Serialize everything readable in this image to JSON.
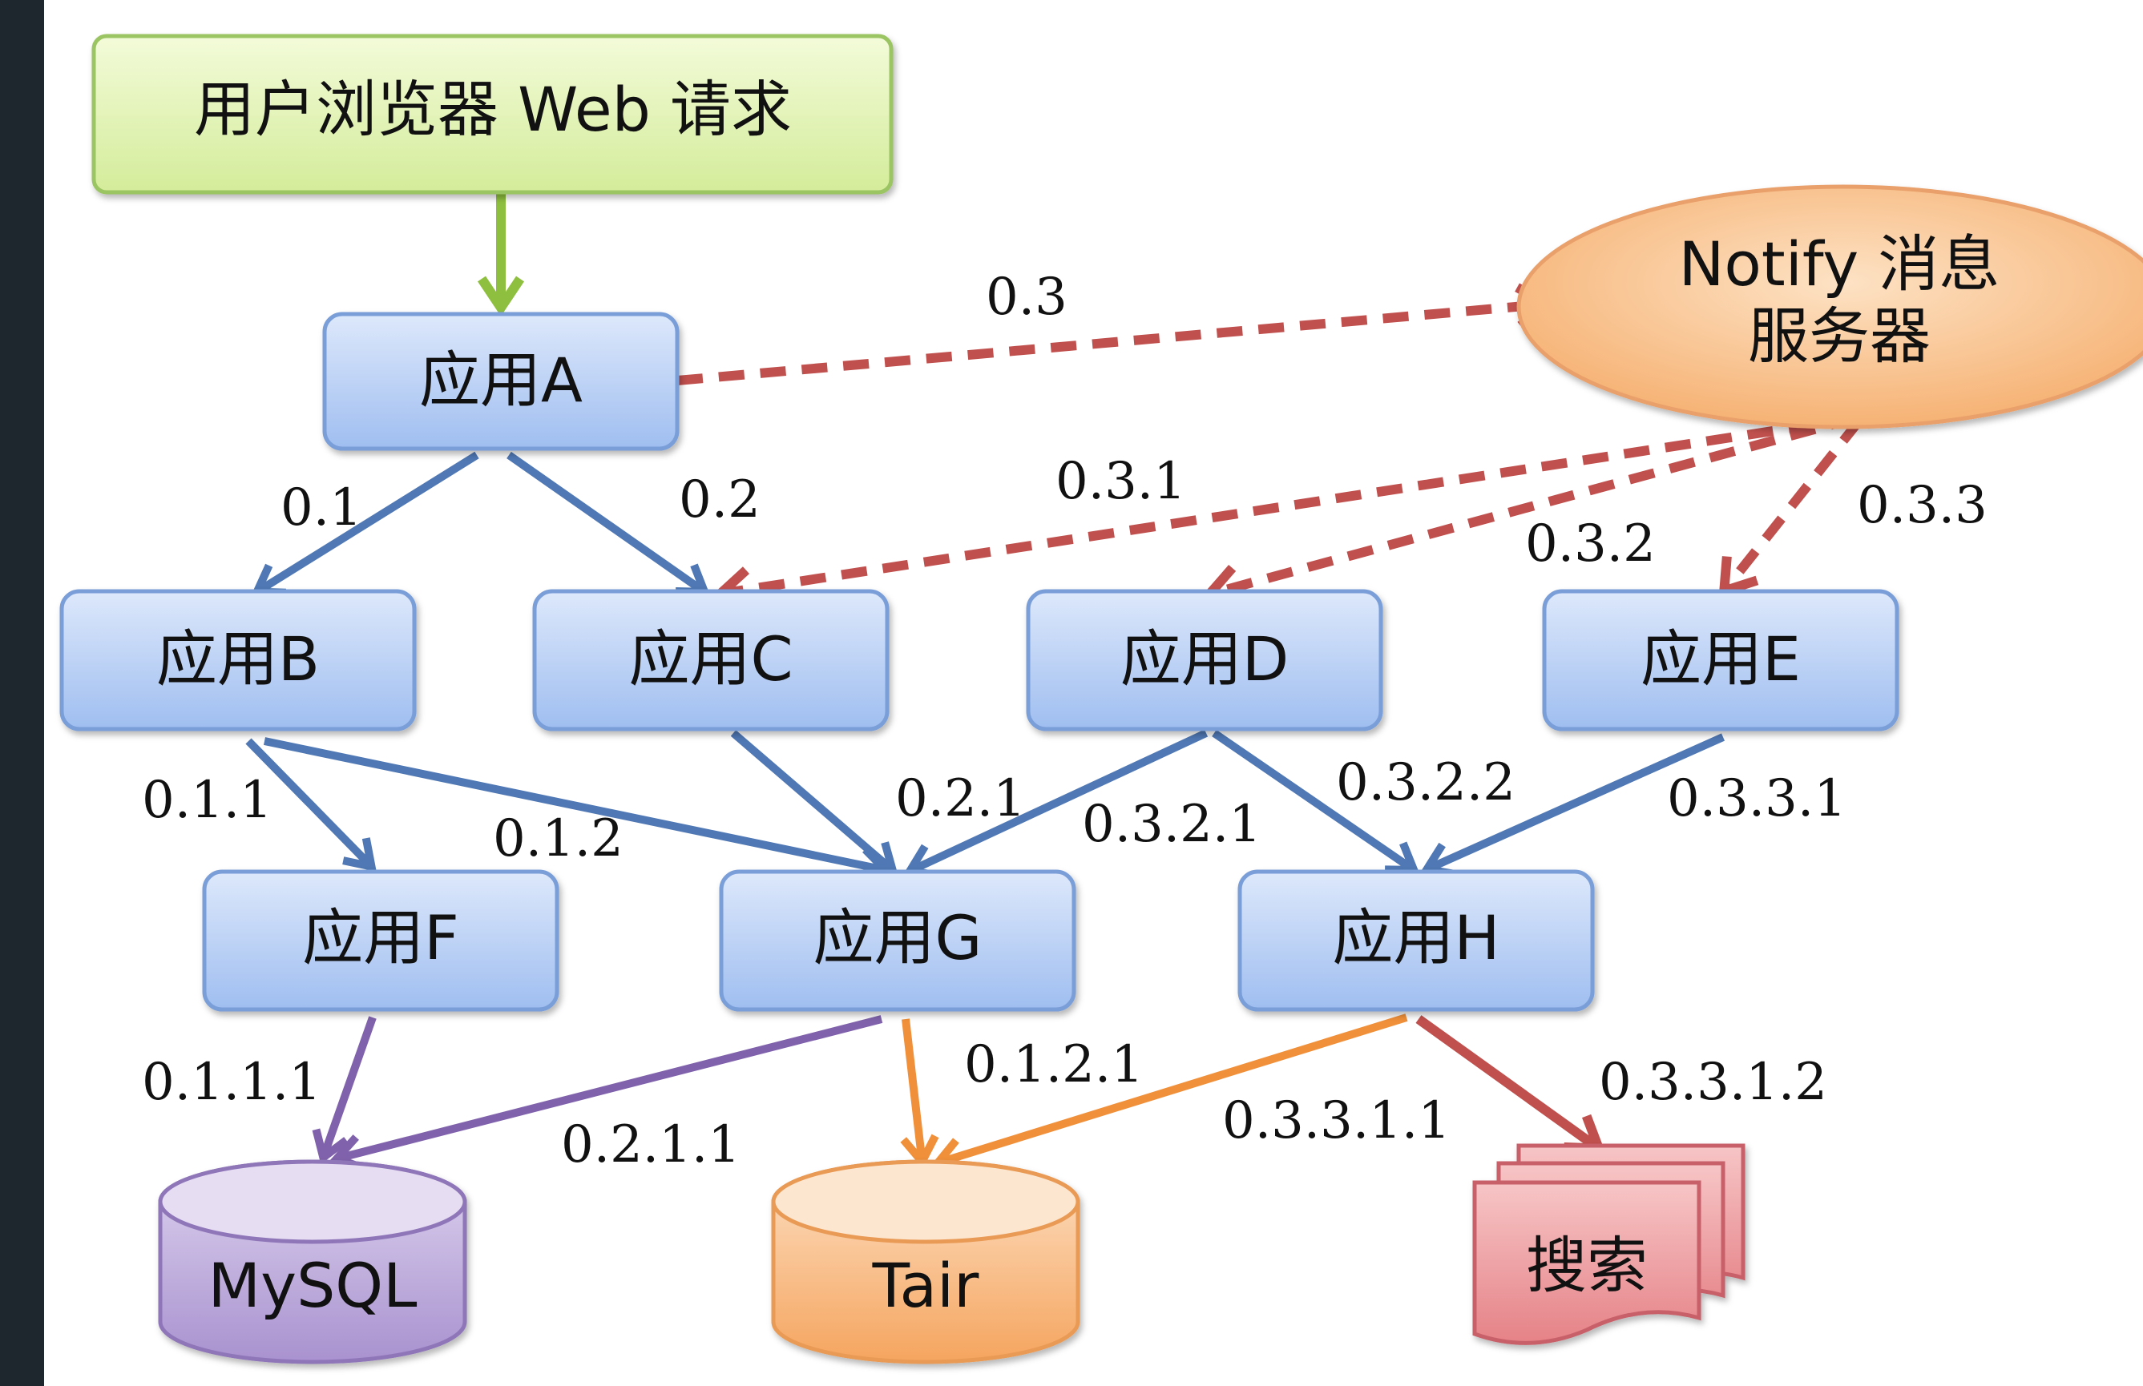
{
  "nodes": {
    "browser_request": "用户浏览器 Web 请求",
    "app_a": "应用A",
    "app_b": "应用B",
    "app_c": "应用C",
    "app_d": "应用D",
    "app_e": "应用E",
    "app_f": "应用F",
    "app_g": "应用G",
    "app_h": "应用H",
    "notify_line1": "Notify 消息",
    "notify_line2": "服务器",
    "mysql": "MySQL",
    "tair": "Tair",
    "search": "搜索"
  },
  "edges": {
    "request_to_a": "",
    "a_to_notify": "0.3",
    "a_to_b": "0.1",
    "a_to_c": "0.2",
    "notify_to_c": "0.3.1",
    "notify_to_d": "0.3.2",
    "notify_to_e": "0.3.3",
    "b_to_f": "0.1.1",
    "b_to_g": "0.1.2",
    "c_to_g": "0.2.1",
    "d_to_g": "0.3.2.1",
    "d_to_h": "0.3.2.2",
    "e_to_h": "0.3.3.1",
    "f_to_mysql": "0.1.1.1",
    "g_to_mysql": "0.2.1.1",
    "g_to_tair": "0.1.2.1",
    "h_to_tair": "0.3.3.1.1",
    "h_to_search": "0.3.3.1.2"
  },
  "colors": {
    "request_green": "#8fbf3f",
    "call_blue": "#4f78b4",
    "notify_red_dashed": "#c0504d",
    "mysql_purple": "#7f62ab",
    "tair_orange": "#f0903a",
    "search_red": "#c0504d"
  }
}
